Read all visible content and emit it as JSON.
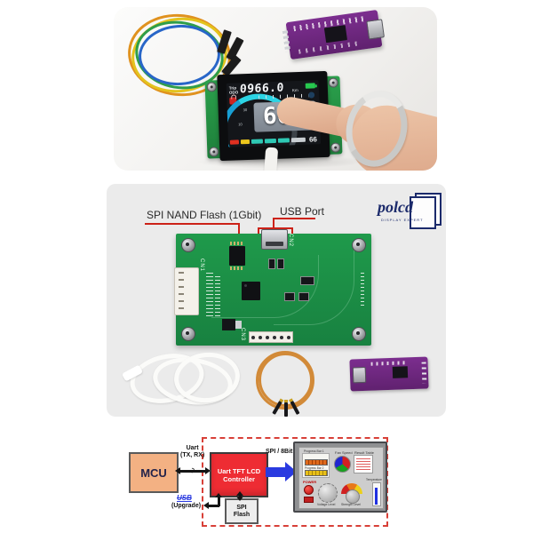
{
  "top_photo": {
    "lcd": {
      "trip_label": "Trip",
      "odo_label": "ODO",
      "odometer_value": "0966.0",
      "odometer_unit": "Km",
      "speed_value": "60",
      "speed_unit": "Km",
      "gear_value": "1",
      "aux_value": "66",
      "tick_label_a": "10",
      "tick_label_b": "30"
    }
  },
  "middle_photo": {
    "nand_annotation": "SPI NAND Flash (1Gbit)",
    "usb_annotation": "USB Port",
    "logo_text": "polcd",
    "logo_subtext": "DISPLAY EXPERT",
    "silkscreen": {
      "cn1": "CN1",
      "cn2": "CN2",
      "cn3": "CN3"
    }
  },
  "diagram": {
    "mcu": "MCU",
    "uart_line1": "Uart",
    "uart_line2": "(TX, RX)",
    "controller_line1": "Uart TFT LCD",
    "controller_line2": "Controller",
    "bus_label": "SPI / 8Bit",
    "usb_label": "USB",
    "upgrade_label": "(Upgrade)",
    "flash_line1": "SPI",
    "flash_line2": "Flash",
    "screen": {
      "progress1": "Progress Bar 1",
      "progress2": "Progress Bar 2",
      "pie": "Fan Speed",
      "table": "Result Table",
      "power": "POWER",
      "knob": "Voltage Level",
      "gauge": "Strength Level",
      "slider": "Temperature"
    }
  },
  "colors": {
    "pcb_green": "#1f9a4b",
    "board_purple": "#7c2e8f",
    "annotation_red": "#cc2218",
    "logo_navy": "#1b2a6b",
    "mcu_fill": "#f3b183",
    "controller_red": "#ee2c33",
    "bus_blue": "#2a3ae0",
    "lcd_arc_cyan": "#2bd4e4",
    "battery_green": "#27c84f",
    "gear_green": "#14a04c"
  }
}
